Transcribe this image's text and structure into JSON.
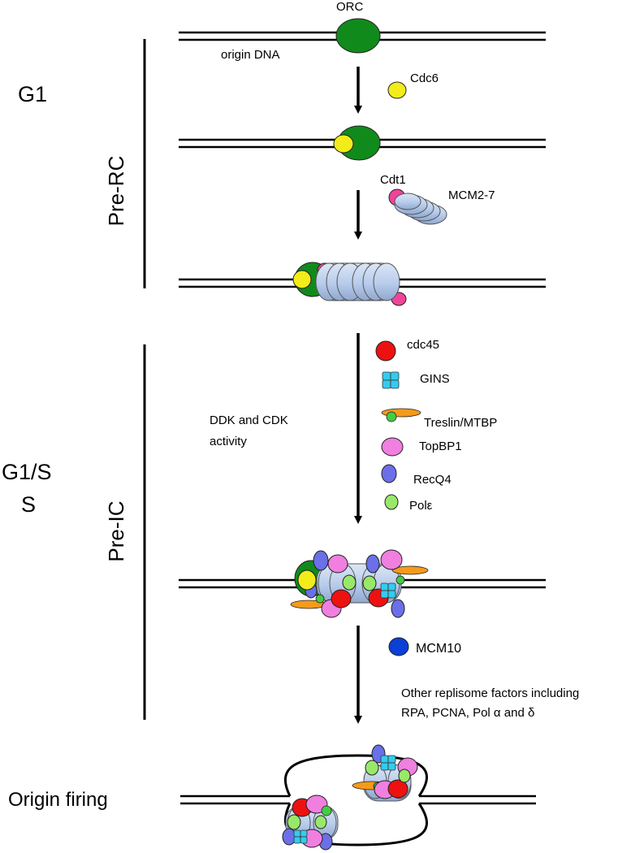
{
  "phases": {
    "g1": "G1",
    "g1s": "G1/S",
    "s": "S",
    "origin_firing": "Origin firing"
  },
  "complexes": {
    "pre_rc": "Pre-RC",
    "pre_ic": "Pre-IC"
  },
  "labels": {
    "orc": "ORC",
    "origin_dna": "origin DNA",
    "cdc6": "Cdc6",
    "cdt1": "Cdt1",
    "mcm27": "MCM2-7",
    "ddk_cdk_line1": "DDK and CDK",
    "ddk_cdk_line2": "activity",
    "mcm10": "MCM10",
    "other_line1": "Other replisome factors including",
    "other_line2": "RPA, PCNA, Pol α and δ"
  },
  "factors": [
    {
      "label": "cdc45",
      "color": "#ee1111"
    },
    {
      "label": "GINS",
      "color": "#33ccee"
    },
    {
      "label": "Treslin/MTBP",
      "color": "#f59a1a"
    },
    {
      "label": "TopBP1",
      "color": "#f07fe0"
    },
    {
      "label": "RecQ4",
      "color": "#6b6fe8"
    },
    {
      "label": "Polε",
      "color": "#99e86a"
    }
  ],
  "colors": {
    "orc": "#118a1c",
    "cdc6": "#f2ec1a",
    "cdt1": "#ee4499",
    "mcm": "#bcd0ec",
    "mcm10": "#0b3fd6",
    "dna": "#000000"
  }
}
